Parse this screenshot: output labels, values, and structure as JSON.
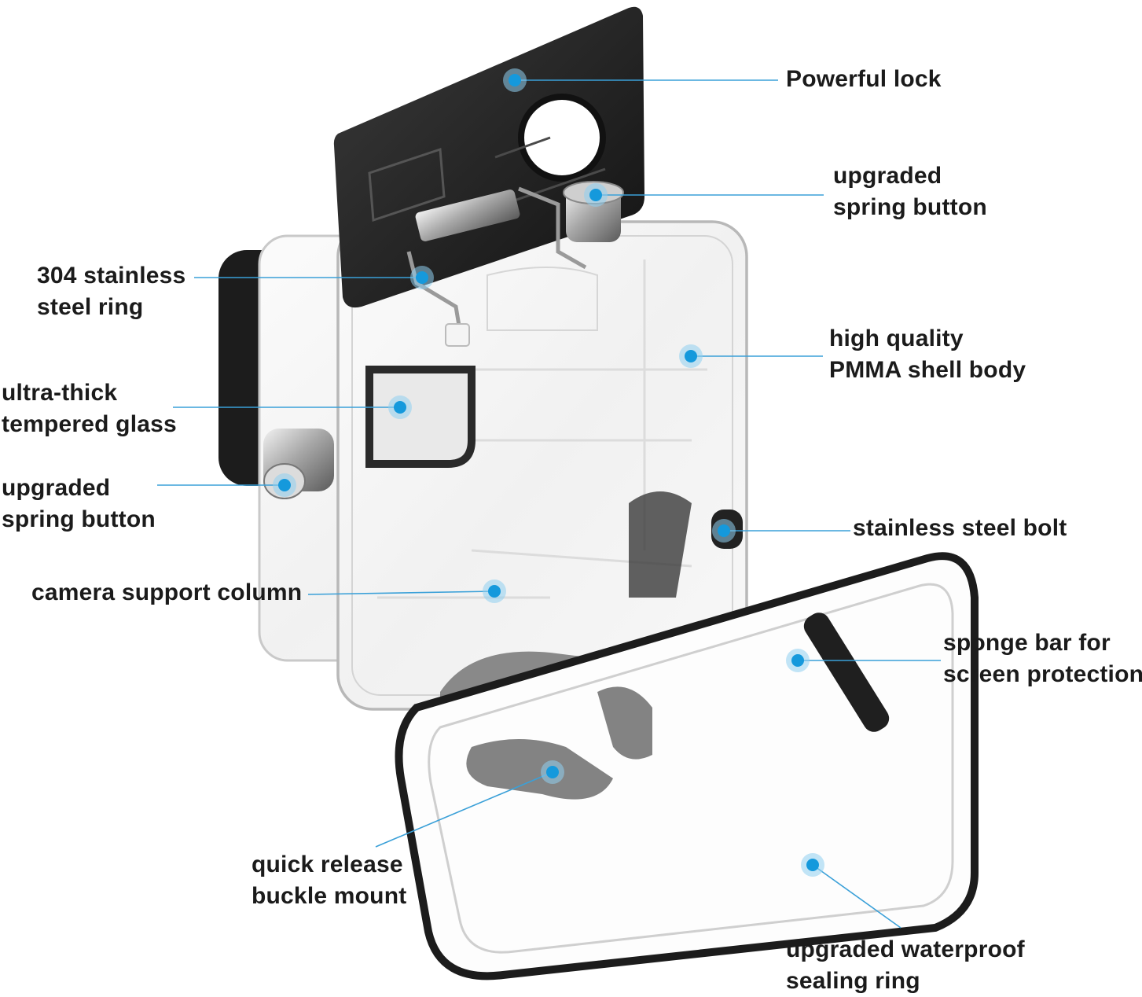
{
  "colors": {
    "accent": "#1599dc",
    "leader_line": "#3aa0d8",
    "label_text": "#1b1b1b",
    "background": "#ffffff"
  },
  "callouts": [
    {
      "id": "powerful-lock",
      "lines": [
        "Powerful lock"
      ]
    },
    {
      "id": "spring-button-top",
      "lines": [
        "upgraded",
        "spring button"
      ]
    },
    {
      "id": "steel-ring",
      "lines": [
        "304 stainless",
        "steel ring"
      ]
    },
    {
      "id": "shell-body",
      "lines": [
        "high quality",
        "PMMA shell body"
      ]
    },
    {
      "id": "tempered-glass",
      "lines": [
        "ultra-thick",
        "tempered glass"
      ]
    },
    {
      "id": "spring-button-side",
      "lines": [
        "upgraded",
        "spring button"
      ]
    },
    {
      "id": "steel-bolt",
      "lines": [
        "stainless steel bolt"
      ]
    },
    {
      "id": "support-column",
      "lines": [
        "camera support column"
      ]
    },
    {
      "id": "sponge-bar",
      "lines": [
        "sponge bar for",
        "screen protection"
      ]
    },
    {
      "id": "buckle-mount",
      "lines": [
        "quick release",
        "buckle mount"
      ]
    },
    {
      "id": "sealing-ring",
      "lines": [
        "upgraded waterproof",
        "sealing ring"
      ]
    }
  ]
}
